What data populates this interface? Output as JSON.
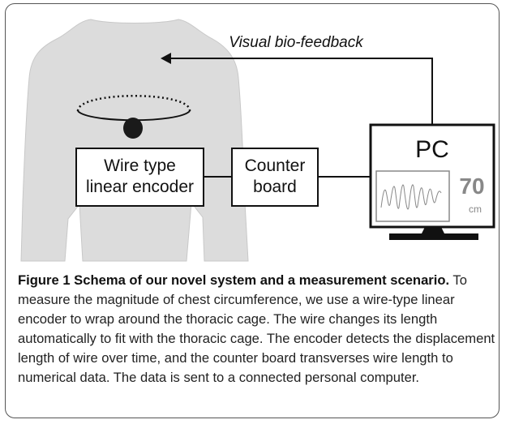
{
  "figure": {
    "feedback_label": "Visual bio-feedback",
    "encoder_label_line1": "Wire type",
    "encoder_label_line2": "linear encoder",
    "counter_label_line1": "Counter",
    "counter_label_line2": "board",
    "pc_label": "PC",
    "display_value": "70",
    "display_unit": "cm"
  },
  "caption": {
    "title": "Figure 1 Schema of our novel system and a measurement scenario.",
    "body": " To measure the magnitude of chest circumference, we use a wire-type linear encoder to wrap around the thoracic cage. The wire changes its length automatically to fit with the thoracic cage. The encoder detects the displacement length of wire over time, and the counter board transverses wire length to numerical data. The data is sent to a connected personal computer."
  },
  "colors": {
    "torso_fill": "#dcdcdc",
    "border": "#555555",
    "line": "#111111",
    "monitor_value": "#888888"
  }
}
